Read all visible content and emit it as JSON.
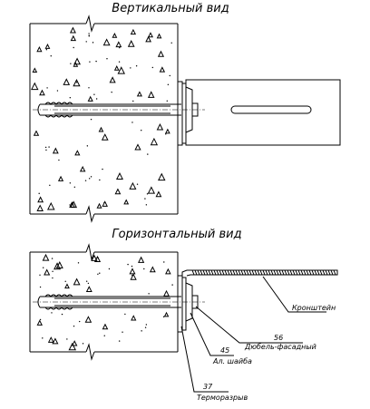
{
  "views": {
    "vertical_title": "Вертикальный вид",
    "horizontal_title": "Горизонтальный вид"
  },
  "callouts": {
    "bracket": "Кронштейн",
    "anchor_num": "56",
    "anchor_label": "Дюбель-фасадный",
    "washer_num": "45",
    "washer_label": "Ал. шайба",
    "thermal_num": "37",
    "thermal_label": "Терморазрыв"
  }
}
